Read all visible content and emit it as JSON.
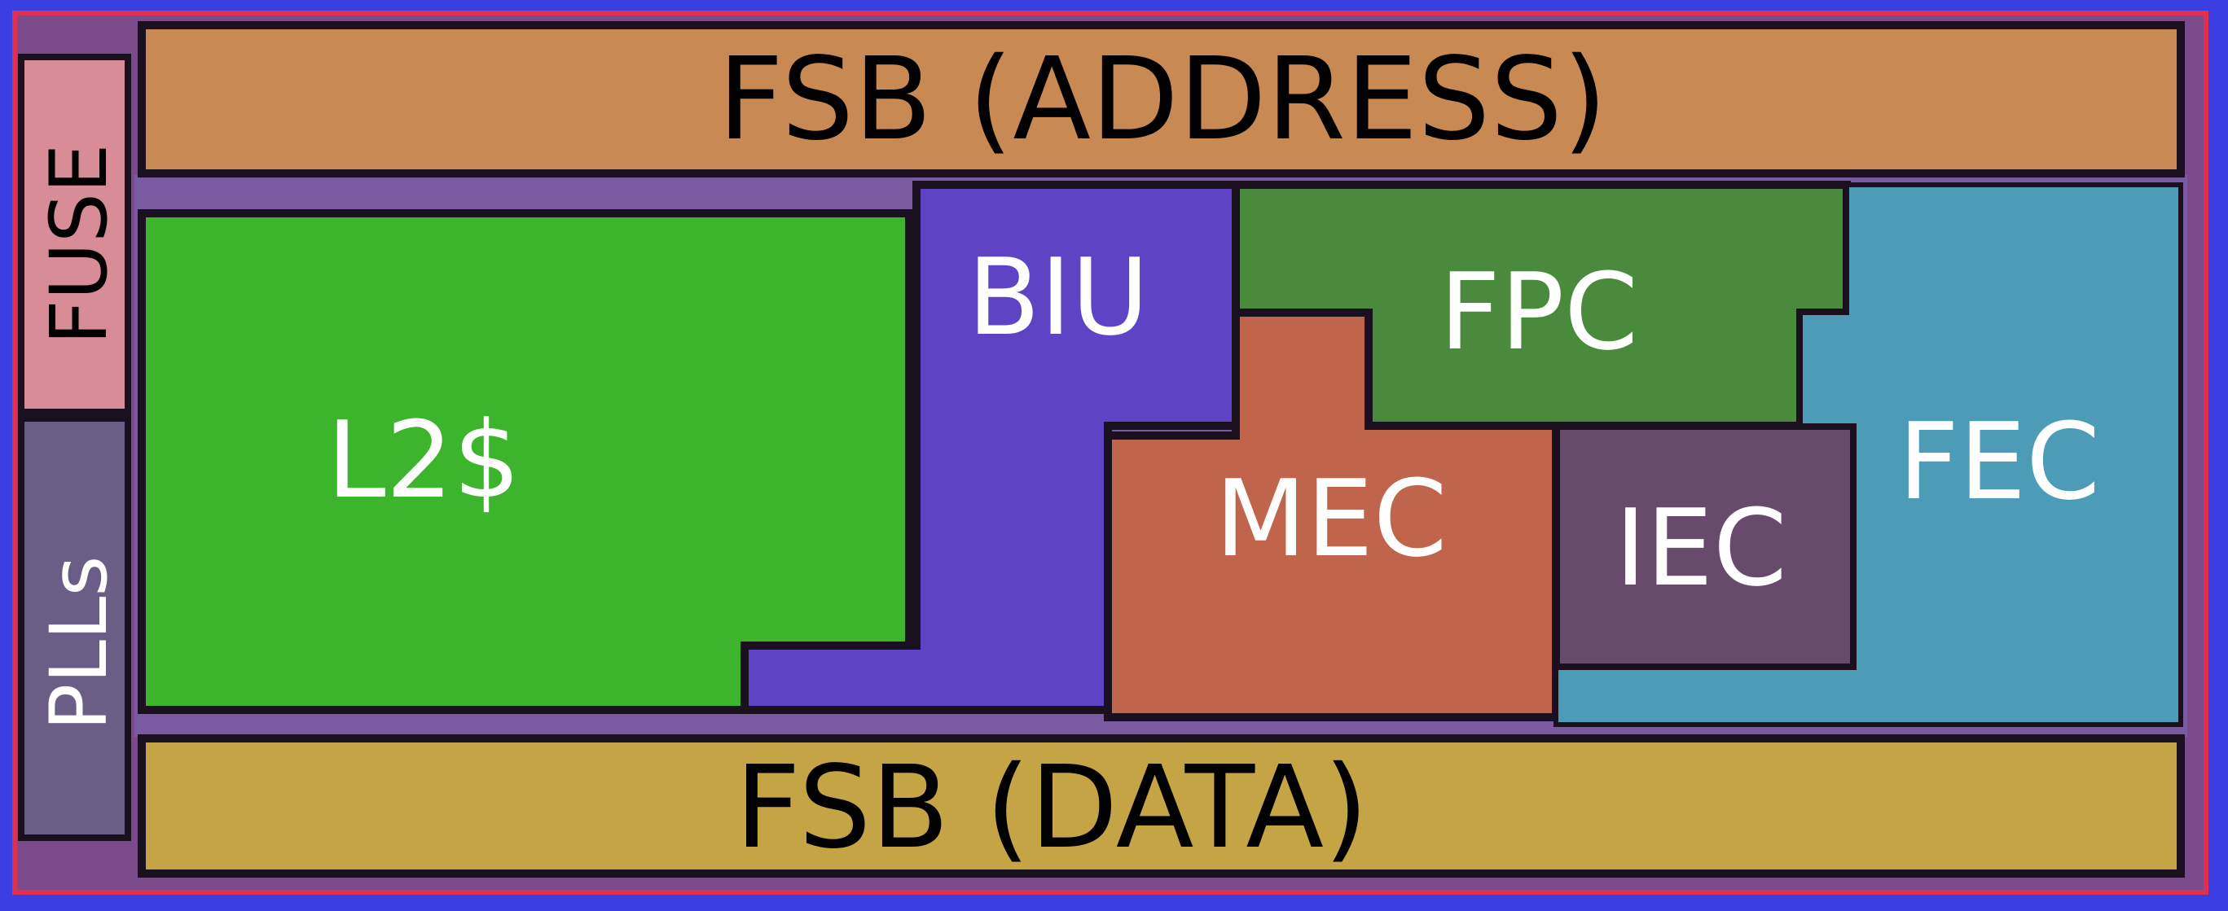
{
  "blocks": {
    "fsb_address": {
      "label": "FSB (ADDRESS)",
      "color": "#c88a52"
    },
    "fuse": {
      "label": "FUSE",
      "color": "#d88c98"
    },
    "plls": {
      "label": "PLLs",
      "color": "#6a5e86"
    },
    "l2_cache": {
      "label": "L2$",
      "color": "#3cb42c"
    },
    "biu": {
      "label": "BIU",
      "color": "#5e44c4"
    },
    "fpc": {
      "label": "FPC",
      "color": "#4a8a3c"
    },
    "mec": {
      "label": "MEC",
      "color": "#c0644c"
    },
    "iec": {
      "label": "IEC",
      "color": "#684a6c"
    },
    "fec": {
      "label": "FEC",
      "color": "#4c9cb8"
    },
    "fsb_data": {
      "label": "FSB (DATA)",
      "color": "#c4a444"
    }
  },
  "colors": {
    "background": "#3b3ee0",
    "edge": "#e03050",
    "outline": "#1a1020"
  }
}
